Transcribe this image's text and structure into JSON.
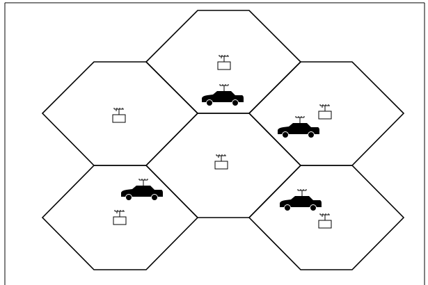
{
  "colors": {
    "line": "#000000",
    "background": "#ffffff",
    "car": "#000000",
    "station": "#ffffff"
  },
  "cells": [
    {
      "id": "top",
      "has_car": true
    },
    {
      "id": "upper-left",
      "has_car": false
    },
    {
      "id": "center",
      "has_car": false
    },
    {
      "id": "upper-right",
      "has_car": true
    },
    {
      "id": "lower-left",
      "has_car": true
    },
    {
      "id": "lower-right",
      "has_car": true
    }
  ],
  "icons": {
    "base_station": "base-station-icon",
    "car": "car-icon"
  }
}
